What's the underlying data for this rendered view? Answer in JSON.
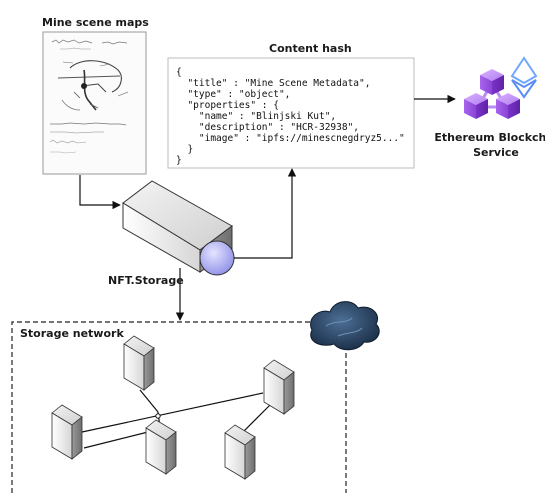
{
  "labels": {
    "mine_maps": "Mine scene maps",
    "content_hash": "Content hash",
    "nft_storage": "NFT.Storage",
    "storage_network": "Storage network",
    "eth_line1": "Ethereum Blockchai",
    "eth_line2": "Service"
  },
  "json_lines": [
    "{",
    "  \"title\" : \"Mine Scene Metadata\",",
    "  \"type\" : \"object\",",
    "  \"properties\" : {",
    "    \"name\" : \"Blinjski Kut\",",
    "    \"description\" : \"HCR-32938\",",
    "    \"image\" : \"ipfs://minescnegdryz5...\"",
    "  }",
    "}"
  ],
  "colors": {
    "server_light": "#ebebeb",
    "server_dark": "#8c8c8c",
    "lens": "#b9b9f5",
    "cloud": "#1f3c5e",
    "eth_cube": "#9b55e0",
    "eth_logo": "#6fa6ff"
  },
  "icons": [
    "map-sketch",
    "server-icon",
    "cloud-icon",
    "ethereum-blockchain-icon",
    "ethereum-logo-icon"
  ]
}
